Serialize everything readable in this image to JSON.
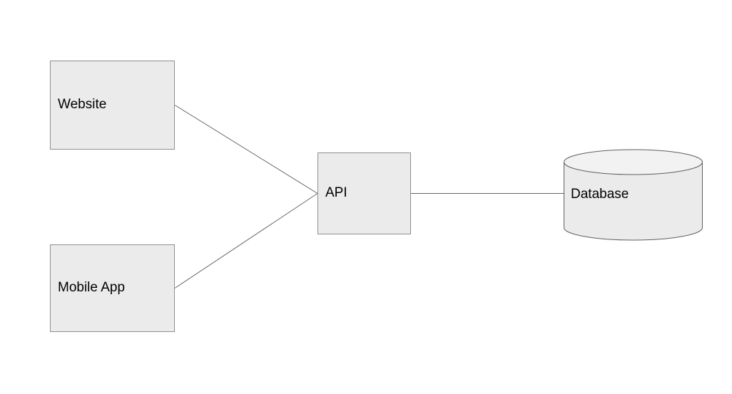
{
  "diagram": {
    "nodes": [
      {
        "id": "website",
        "label": "Website",
        "shape": "rectangle"
      },
      {
        "id": "mobile-app",
        "label": "Mobile App",
        "shape": "rectangle"
      },
      {
        "id": "api",
        "label": "API",
        "shape": "rectangle"
      },
      {
        "id": "database",
        "label": "Database",
        "shape": "cylinder"
      }
    ],
    "edges": [
      {
        "from": "Website",
        "to": "API"
      },
      {
        "from": "Mobile App",
        "to": "API"
      },
      {
        "from": "API",
        "to": "Database"
      }
    ],
    "colors": {
      "background": "#ffffff",
      "node_fill": "#ebebeb",
      "node_border": "#8f8f8f",
      "cylinder_top_fill": "#f2f2f2",
      "cylinder_border": "#5f5f5f",
      "edge_line": "#666666",
      "text": "#000000"
    }
  }
}
